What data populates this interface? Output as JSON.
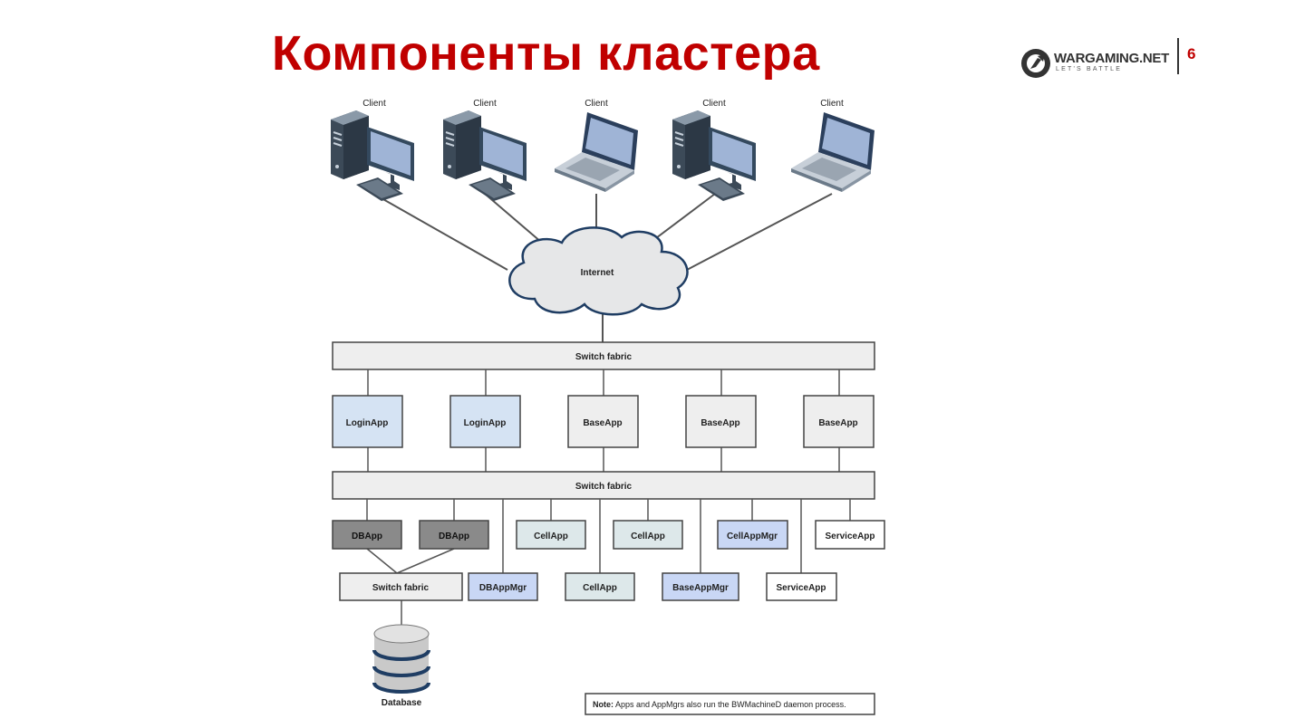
{
  "slide": {
    "title": "Компоненты кластера",
    "page_number": "6"
  },
  "logo": {
    "name": "WARGAMING.NET",
    "tagline": "LET'S BATTLE"
  },
  "diagram": {
    "clients": [
      "Client",
      "Client",
      "Client",
      "Client",
      "Client"
    ],
    "internet": "Internet",
    "switch_top": "Switch fabric",
    "switch_mid": "Switch fabric",
    "switch_db": "Switch fabric",
    "row1": [
      "LoginApp",
      "LoginApp",
      "BaseApp",
      "BaseApp",
      "BaseApp"
    ],
    "row2": [
      "DBApp",
      "DBApp",
      "CellApp",
      "CellApp",
      "CellAppMgr",
      "ServiceApp"
    ],
    "row3": [
      "DBAppMgr",
      "CellApp",
      "BaseAppMgr",
      "ServiceApp"
    ],
    "database": "Database",
    "note_label": "Note:",
    "note_text": " Apps and AppMgrs also run the BWMachineD daemon process."
  },
  "colors": {
    "title": "#c00000",
    "login_fill": "#d5e3f3",
    "base_fill": "#eeeeee",
    "db_fill": "#8a8a8a",
    "cell_fill": "#dde8ea",
    "mgr_fill": "#c9d7f5",
    "service_fill": "#ffffff",
    "cloud_stroke": "#1f3d63"
  }
}
